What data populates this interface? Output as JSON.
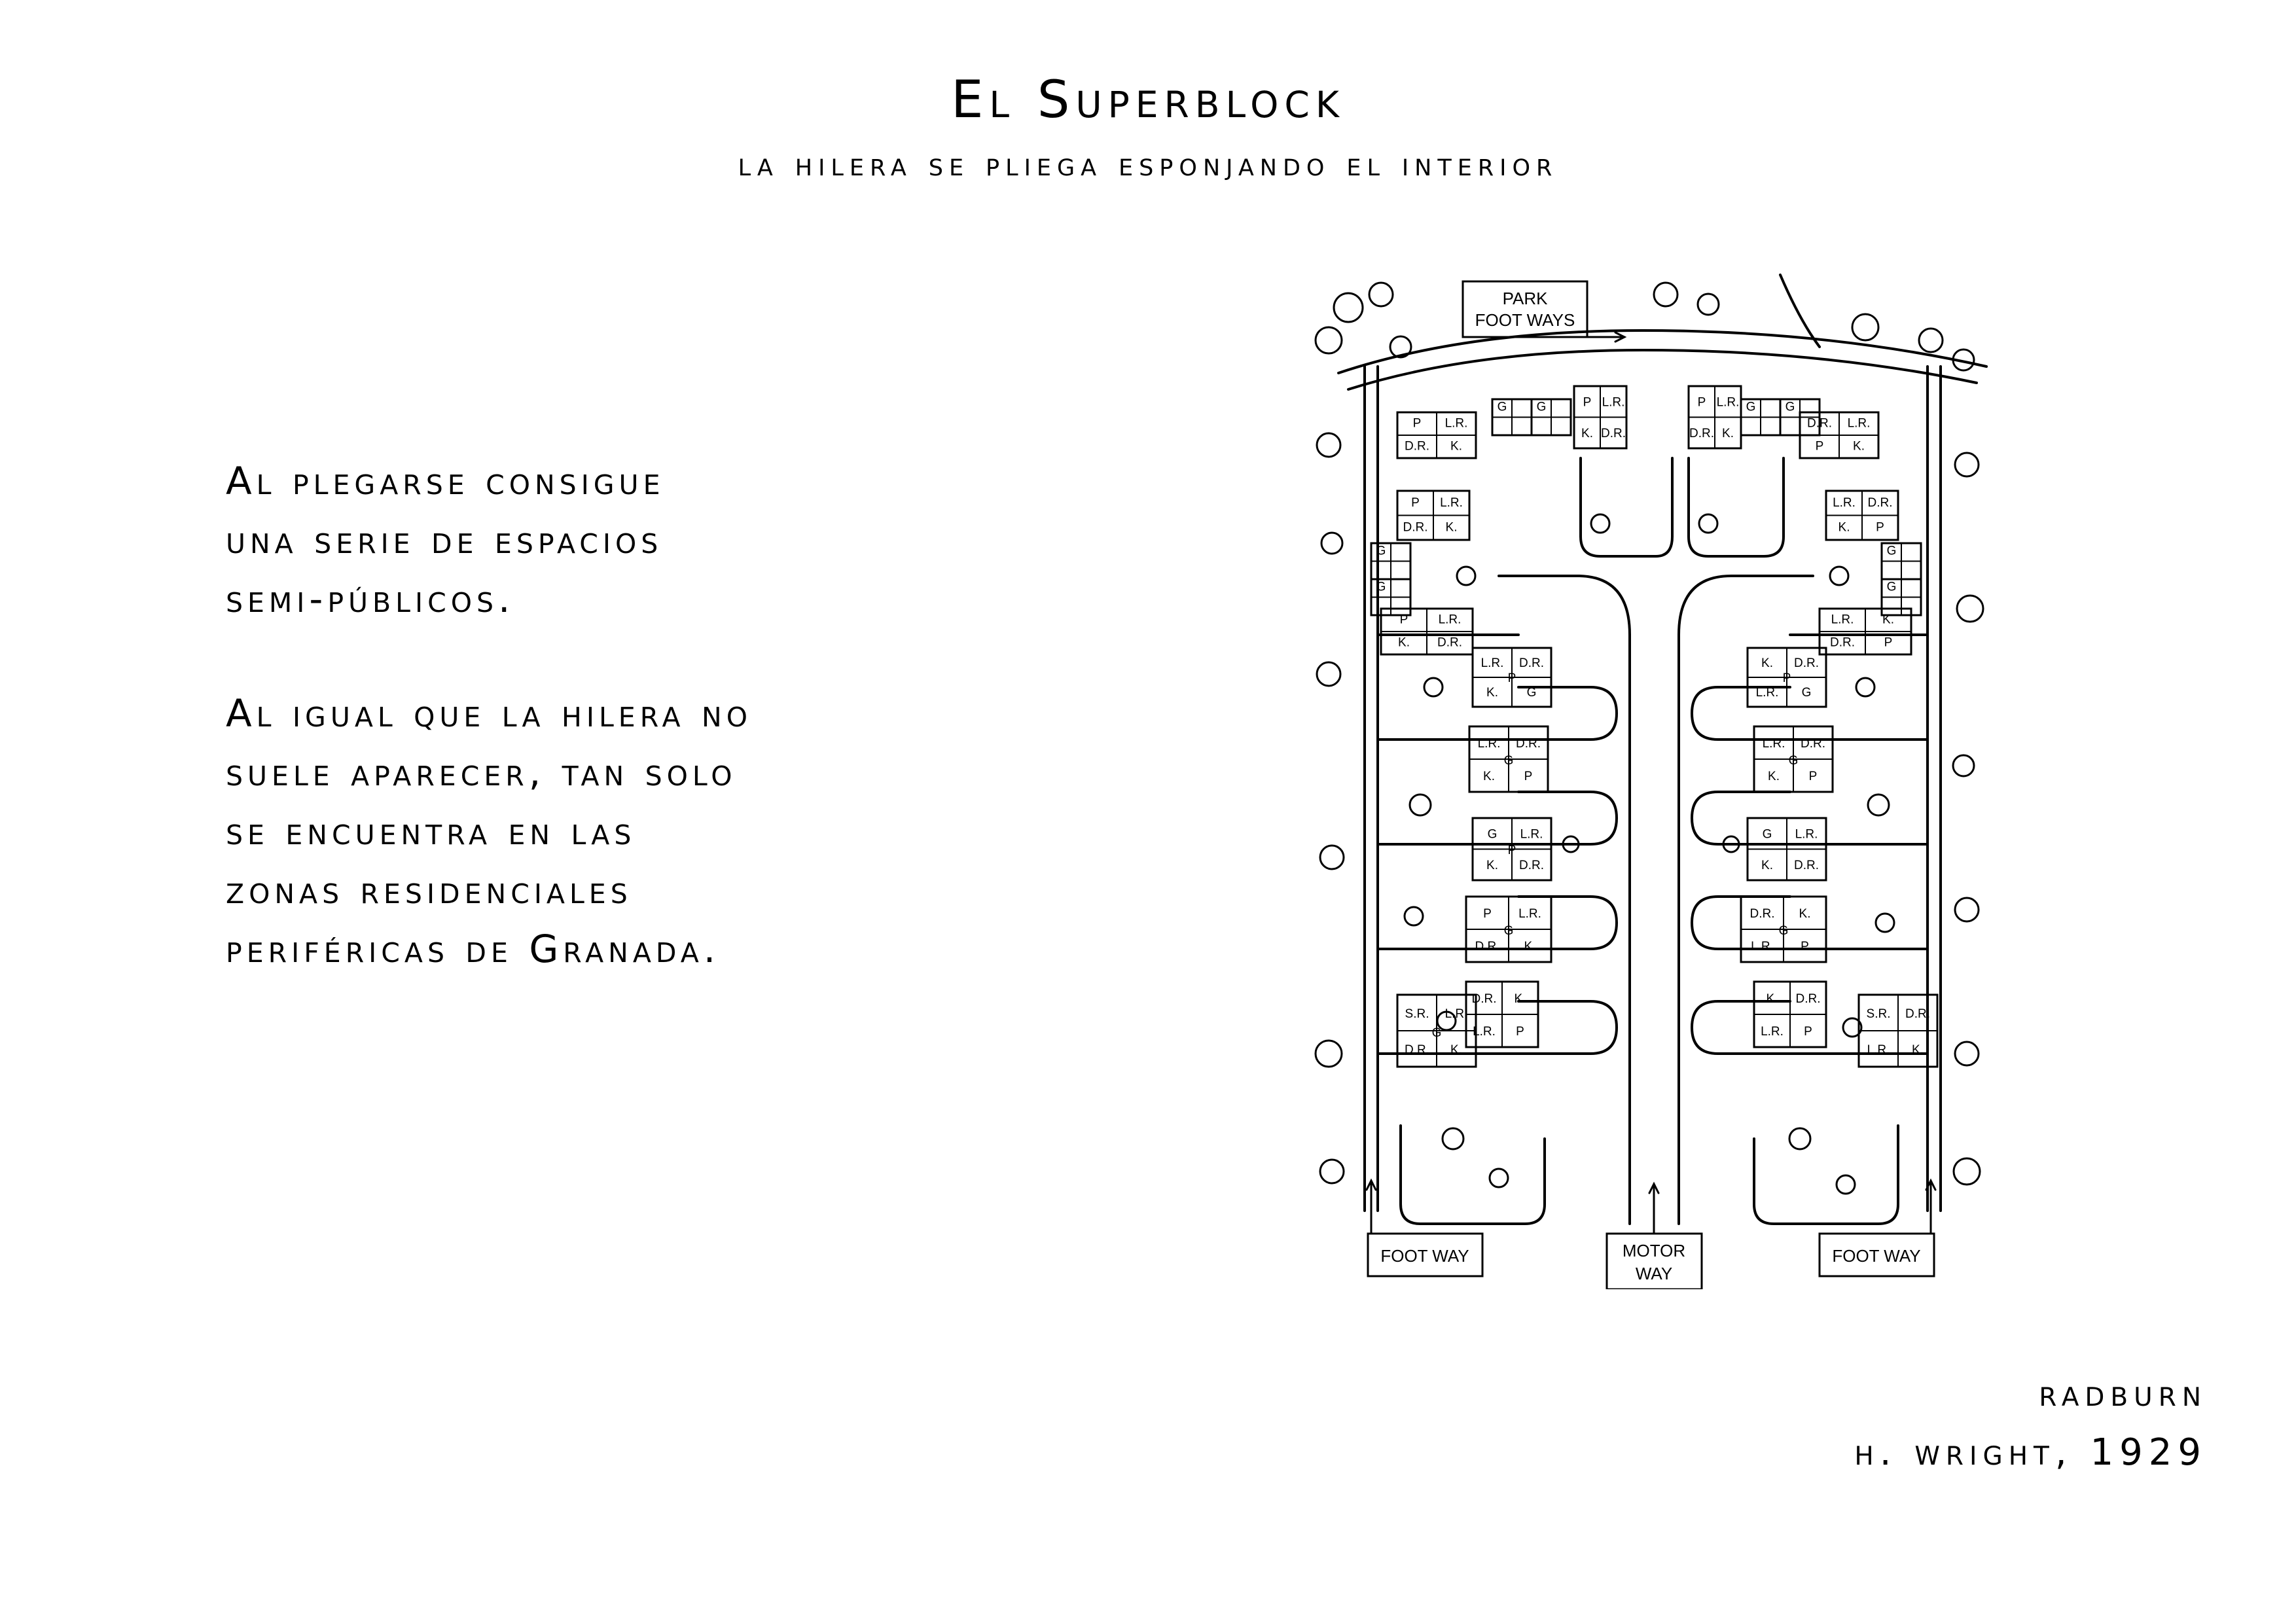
{
  "title": "El Superblock",
  "subtitle": "la hilera se pliega esponjando el interior",
  "paragraphs": [
    [
      "Al plegarse consigue",
      "una serie de espacios",
      "semi-públicos."
    ],
    [
      "Al igual que la hilera no",
      "suele aparecer, tan solo",
      "se encuentra en las",
      "zonas residenciales",
      "periféricas de Granada."
    ]
  ],
  "credit": {
    "place": "radburn",
    "author": "h. wright, 1929"
  },
  "plan": {
    "park_label": [
      "PARK",
      "FOOT WAYS"
    ],
    "foot_way_left": "FOOT WAY",
    "motor_way": [
      "MOTOR",
      "WAY"
    ],
    "foot_way_right": "FOOT WAY",
    "room_labels": {
      "lr": "L.R.",
      "dr": "D.R.",
      "k": "K.",
      "g": "G",
      "p": "P",
      "sr": "S.R."
    }
  }
}
